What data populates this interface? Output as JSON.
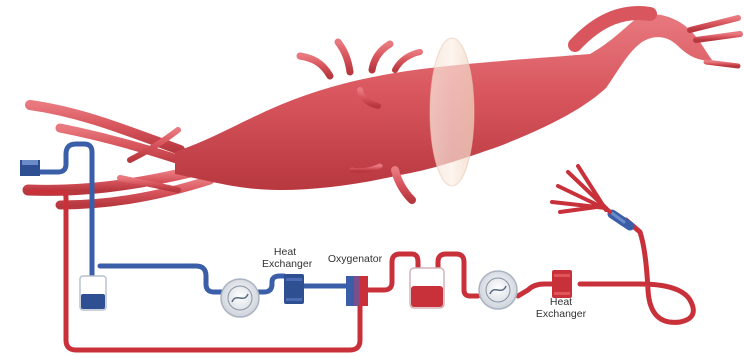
{
  "diagram": {
    "labels": {
      "heat_exchanger_1_line1": "Heat",
      "heat_exchanger_1_line2": "Exchanger",
      "oxygenator": "Oxygenator",
      "heat_exchanger_2_line1": "Heat",
      "heat_exchanger_2_line2": "Exchanger"
    },
    "colors": {
      "vessel": "#d9565e",
      "vessel_shadow": "#b8383f",
      "venous_line": "#3a5ea8",
      "arterial_line": "#c8303a",
      "graft_band": "#f3d9c8",
      "pump_housing": "#d8dde4"
    },
    "components": [
      {
        "name": "venous-reservoir",
        "icon": "reservoir-icon"
      },
      {
        "name": "venous-pump",
        "icon": "roller-pump-icon"
      },
      {
        "name": "heat-exchanger-1",
        "icon": "heat-exchanger-icon"
      },
      {
        "name": "oxygenator",
        "icon": "oxygenator-icon"
      },
      {
        "name": "arterial-reservoir",
        "icon": "reservoir-icon"
      },
      {
        "name": "arterial-pump",
        "icon": "roller-pump-icon"
      },
      {
        "name": "heat-exchanger-2",
        "icon": "heat-exchanger-icon"
      },
      {
        "name": "perfusion-cannula",
        "icon": "multi-cannula-icon"
      }
    ]
  }
}
